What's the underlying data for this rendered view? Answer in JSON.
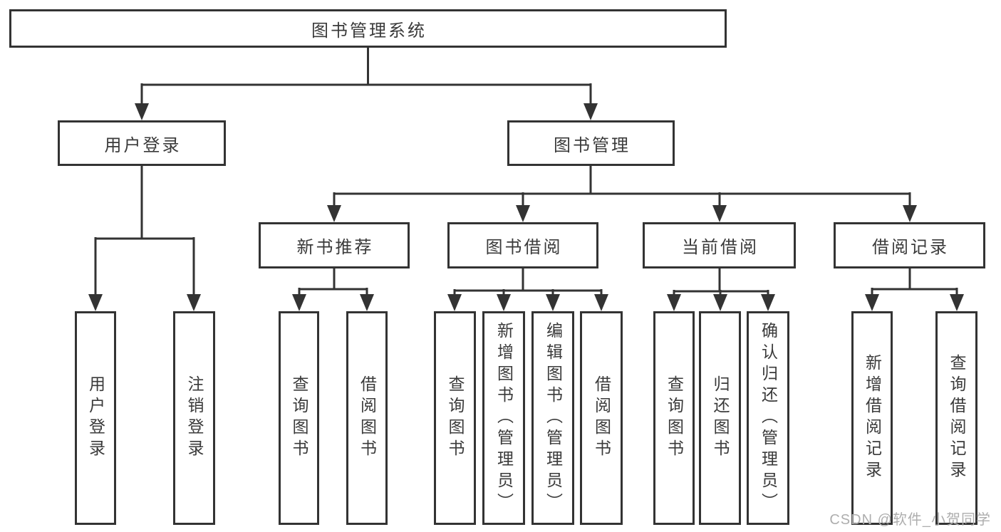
{
  "diagram": {
    "colors": {
      "line": "#333333",
      "text": "#3a3a3a",
      "watermark": "#aeaeae",
      "background": "#ffffff"
    },
    "tree": {
      "label": "图书管理系统",
      "children": [
        {
          "label": "用户登录",
          "children": [
            {
              "label": "用户登录"
            },
            {
              "label": "注销登录"
            }
          ]
        },
        {
          "label": "图书管理",
          "children": [
            {
              "label": "新书推荐",
              "children": [
                {
                  "label": "查询图书"
                },
                {
                  "label": "借阅图书"
                }
              ]
            },
            {
              "label": "图书借阅",
              "children": [
                {
                  "label": "查询图书"
                },
                {
                  "label": "新增图书（管理员）"
                },
                {
                  "label": "编辑图书（管理员）"
                },
                {
                  "label": "借阅图书"
                }
              ]
            },
            {
              "label": "当前借阅",
              "children": [
                {
                  "label": "查询图书"
                },
                {
                  "label": "归还图书"
                },
                {
                  "label": "确认归还（管理员）"
                }
              ]
            },
            {
              "label": "借阅记录",
              "children": [
                {
                  "label": "新增借阅记录"
                },
                {
                  "label": "查询借阅记录"
                }
              ]
            }
          ]
        }
      ]
    },
    "watermark": {
      "text": "CSDN @软件_小贺同学"
    }
  }
}
